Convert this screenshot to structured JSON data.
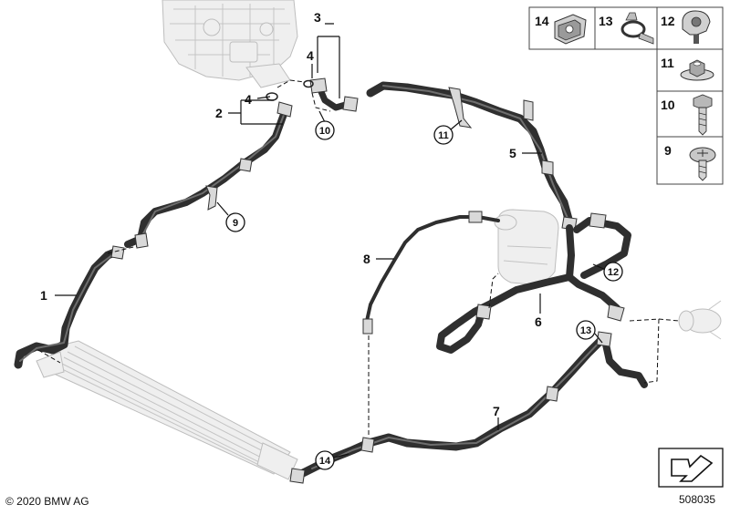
{
  "callouts": {
    "n1": "1",
    "n2": "2",
    "n3": "3",
    "n4a": "4",
    "n4b": "4",
    "n5": "5",
    "n6": "6",
    "n7": "7",
    "n8": "8"
  },
  "circled": {
    "c9": "9",
    "c10": "10",
    "c11": "11",
    "c12": "12",
    "c13": "13",
    "c14": "14"
  },
  "legend": {
    "items": [
      {
        "number": "14",
        "icon": "hose-clamp-double-icon"
      },
      {
        "number": "13",
        "icon": "hose-clamp-bracket-icon"
      },
      {
        "number": "12",
        "icon": "clip-holder-icon"
      },
      {
        "number": "11",
        "icon": "washer-nut-icon"
      },
      {
        "number": "10",
        "icon": "hex-bolt-icon"
      },
      {
        "number": "9",
        "icon": "round-head-screw-icon"
      }
    ]
  },
  "footer": {
    "copyright": "© 2020 BMW AG",
    "diagram_number": "508035"
  },
  "colors": {
    "hose": "#2f2f2f",
    "ghost_part": "#efefef",
    "line": "#111111"
  }
}
